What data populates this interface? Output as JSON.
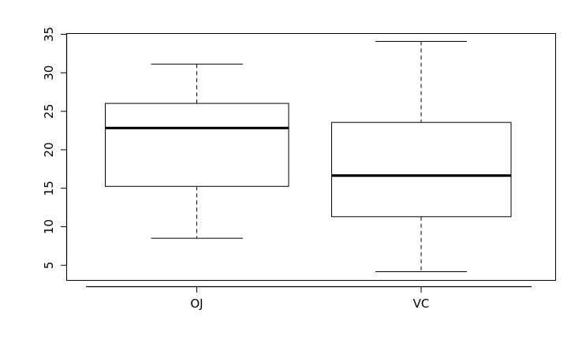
{
  "chart_data": {
    "type": "box",
    "title": "",
    "xlabel": "",
    "ylabel": "",
    "categories": [
      "OJ",
      "VC"
    ],
    "ylim": [
      3.1,
      35.9
    ],
    "yticks": [
      5,
      10,
      15,
      20,
      25,
      30,
      35
    ],
    "ytick_labels": [
      "5",
      "10",
      "15",
      "20",
      "25",
      "30",
      "35"
    ],
    "grid": false,
    "legend": null,
    "legend_position": "none",
    "orientation": "vertical",
    "y_axis_label_rotation": 90,
    "boxes": [
      {
        "name": "OJ",
        "whisker_low": 8.2,
        "q1": 15.2,
        "median": 22.7,
        "q3": 25.9,
        "whisker_high": 30.9,
        "outliers": []
      },
      {
        "name": "VC",
        "whisker_low": 4.2,
        "q1": 11.2,
        "median": 16.5,
        "q3": 23.3,
        "whisker_high": 33.9,
        "outliers": []
      }
    ]
  },
  "axes": {
    "y_tick_0": "5",
    "y_tick_1": "10",
    "y_tick_2": "15",
    "y_tick_3": "20",
    "y_tick_4": "25",
    "y_tick_5": "30",
    "y_tick_6": "35",
    "x_tick_0": "OJ",
    "x_tick_1": "VC"
  },
  "colors": {
    "background": "#ffffff",
    "foreground": "#000000",
    "box_fill": "#ffffff",
    "box_stroke": "#000000",
    "median_stroke": "#000000",
    "whisker_stroke": "#000000"
  }
}
